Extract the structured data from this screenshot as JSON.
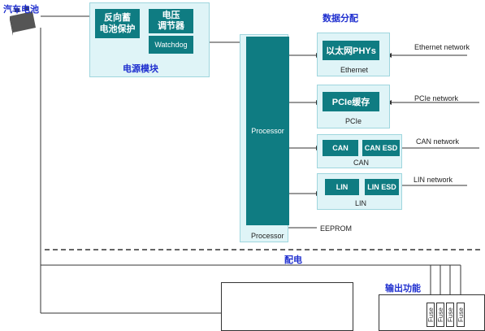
{
  "battery": {
    "label": "汽车电池"
  },
  "power_module": {
    "title": "电源模块",
    "reverse_protect_label": "反向蓄\n电池保护",
    "regulator_label": "电压\n调节器",
    "watchdog_label": "Watchdog"
  },
  "data_distribution": {
    "title": "数据分配"
  },
  "processor": {
    "inner_label": "Processor",
    "outer_label": "Processor"
  },
  "ethernet": {
    "chip_label": "以太网PHYs",
    "block_label": "Ethernet",
    "network_label": "Ethernet network"
  },
  "pcie": {
    "chip_label": "PCIe缓存",
    "block_label": "PCIe",
    "network_label": "PCIe network"
  },
  "can": {
    "chip1_label": "CAN",
    "chip2_label": "CAN ESD",
    "block_label": "CAN",
    "network_label": "CAN network"
  },
  "lin": {
    "chip1_label": "LIN",
    "chip2_label": "LIN ESD",
    "block_label": "LIN",
    "network_label": "LIN network"
  },
  "eeprom": {
    "label": "EEPROM"
  },
  "power_distribution": {
    "label": "配电"
  },
  "output_function": {
    "label": "输出功能",
    "fuses": [
      "Fuse",
      "Fuse",
      "Fuse",
      "Fuse"
    ]
  },
  "colors": {
    "panel_bg": "#dff4f7",
    "chip": "#0f7c82",
    "title_blue": "#1f2fcf"
  }
}
